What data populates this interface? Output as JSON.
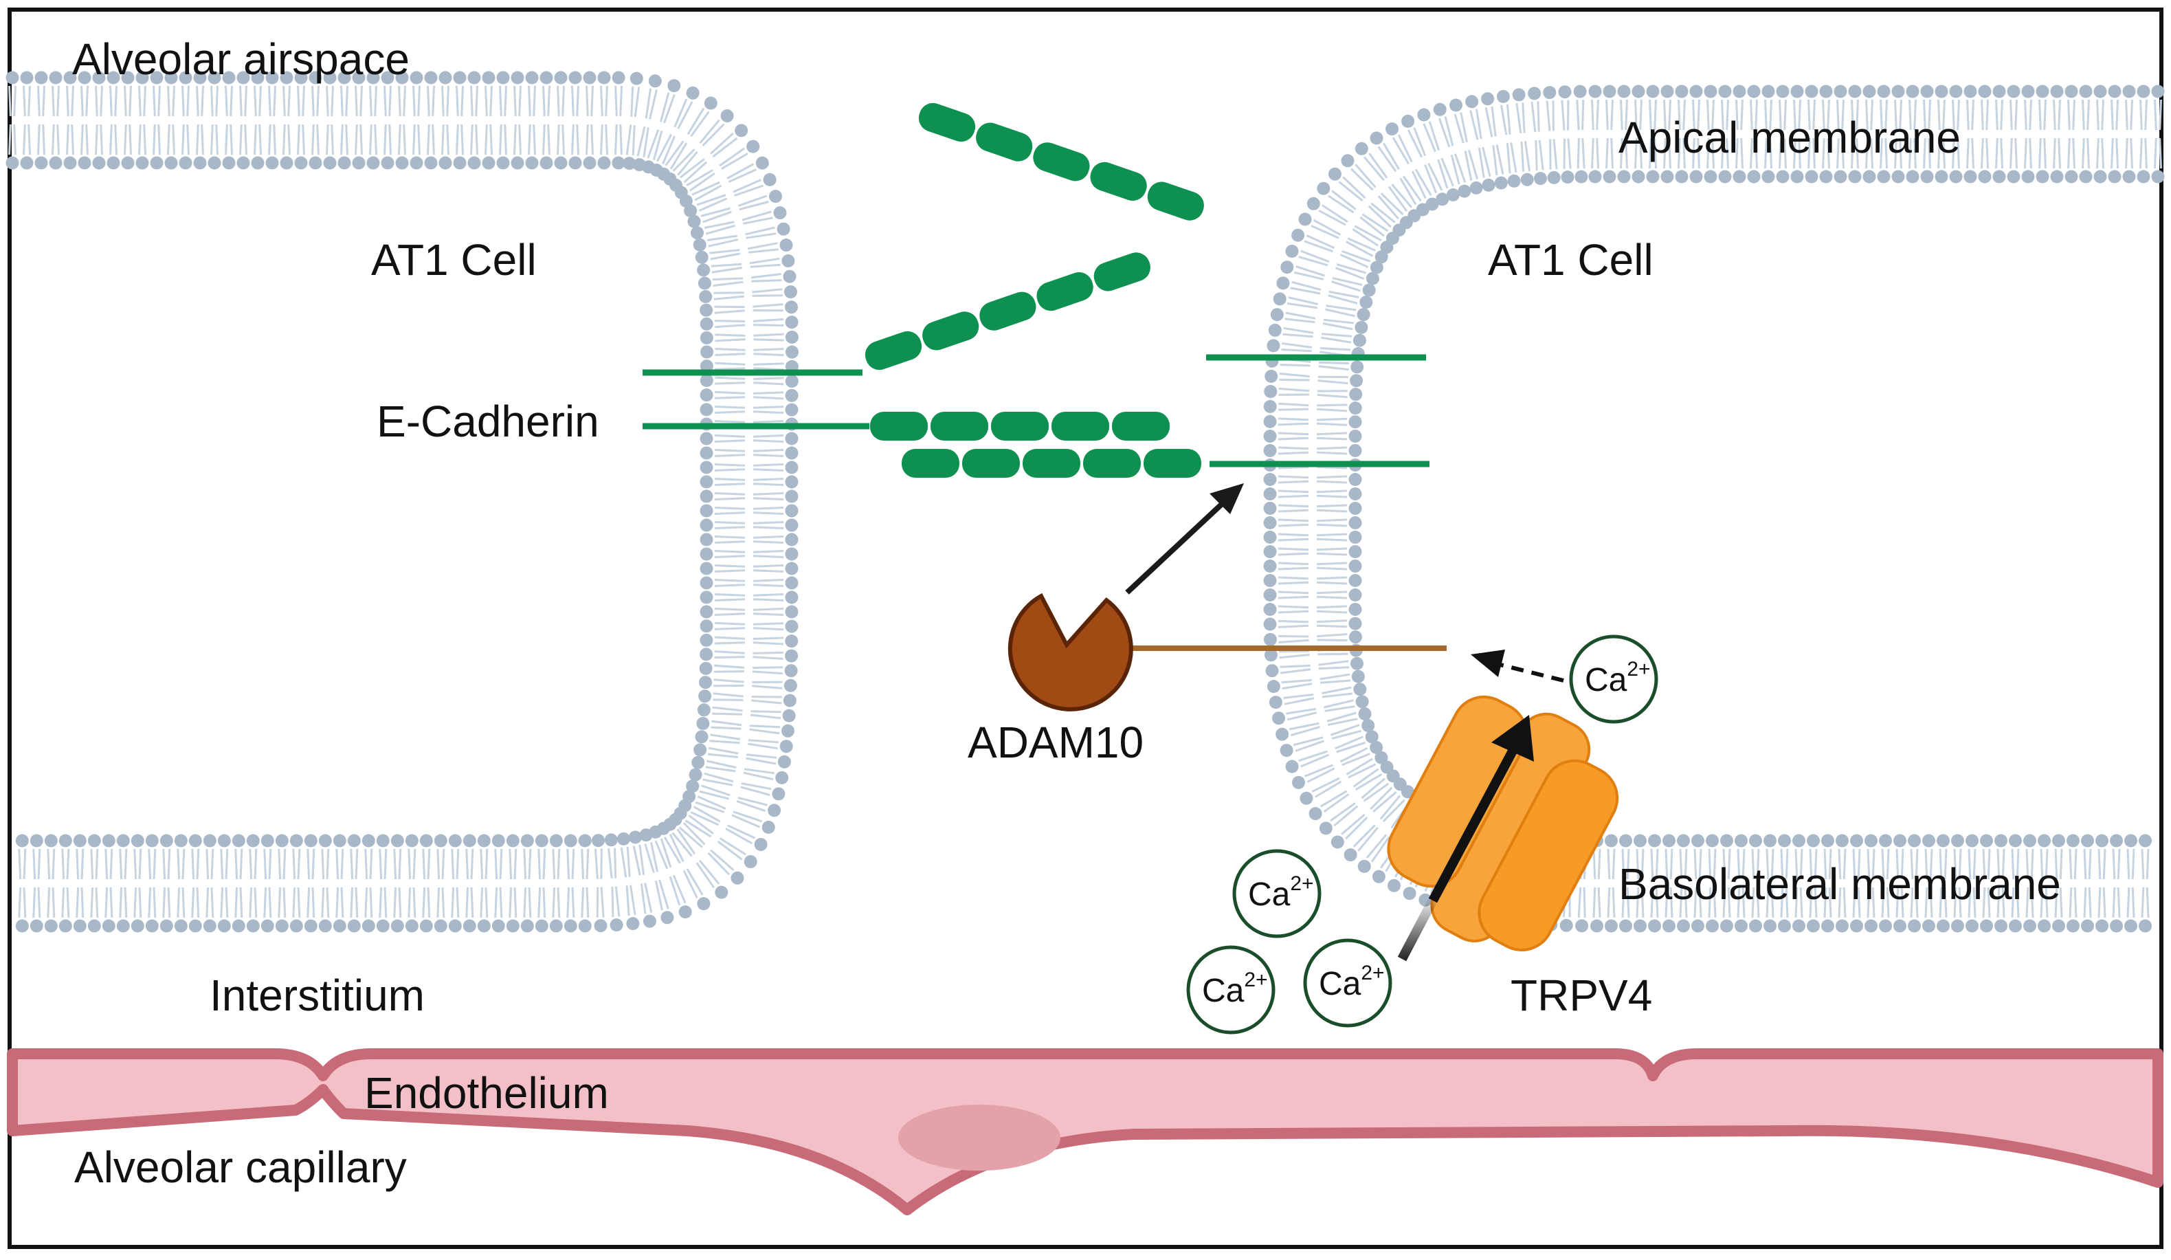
{
  "labels": {
    "alveolar_airspace": "Alveolar airspace",
    "apical_membrane": "Apical membrane",
    "at1_cell_left": "AT1 Cell",
    "at1_cell_right": "AT1 Cell",
    "e_cadherin": "E-Cadherin",
    "adam10": "ADAM10",
    "basolateral_membrane": "Basolateral membrane",
    "interstitium": "Interstitium",
    "trpv4": "TRPV4",
    "endothelium": "Endothelium",
    "alveolar_capillary": "Alveolar capillary"
  },
  "ion": {
    "symbol": "Ca",
    "charge": "2+"
  },
  "colors": {
    "membrane_head": "#a9b8c8",
    "membrane_tail": "#c6d3e0",
    "ecadherin": "#0e9150",
    "adam10_fill": "#a24a14",
    "adam10_stroke": "#5a2406",
    "adam10_linker": "#a36a2c",
    "trpv4_fill": "#f7a53a",
    "trpv4_front": "#f79b24",
    "trpv4_stroke": "#e07e10",
    "endothelium_fill": "#f2c0c6",
    "endothelium_stroke": "#c86a78",
    "nucleus": "#e3a2aa",
    "ion_stroke": "#1a4d2a",
    "frame": "#111111"
  }
}
